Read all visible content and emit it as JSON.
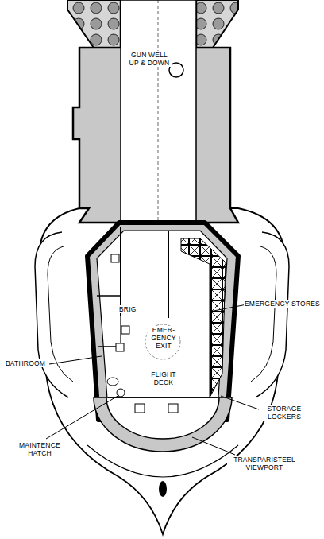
{
  "diagram": {
    "labels": [
      "GUN WELL UP & DOWN",
      "BRIG",
      "EMERGENCY STORES",
      "EMER- GENCY EXIT",
      "BATHROOM",
      "FLIGHT DECK",
      "STORAGE LOCKERS",
      "MAINTENCE HATCH",
      "TRANSPARISTEEL VIEWPORT"
    ]
  }
}
